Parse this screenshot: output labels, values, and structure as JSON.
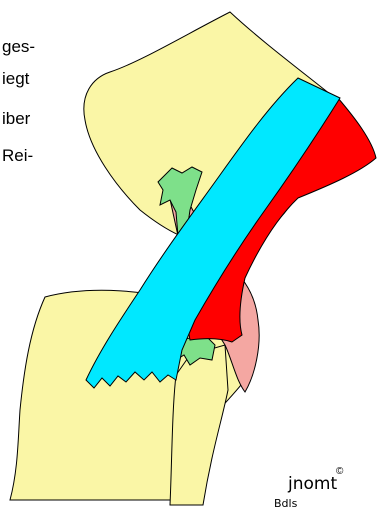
{
  "text_fragments": [
    "ges-",
    "iegt",
    "iber",
    "Rei-"
  ],
  "logo": {
    "main": "jnomt",
    "copyright": "©",
    "sub": "Bdls"
  },
  "colors": {
    "bone": "#faf6a6",
    "ligament": "#00e8ff",
    "muscle": "#ff0000",
    "meniscus": "#7ee08a",
    "cartilage": "#f4a7a2",
    "outline": "#000000"
  }
}
